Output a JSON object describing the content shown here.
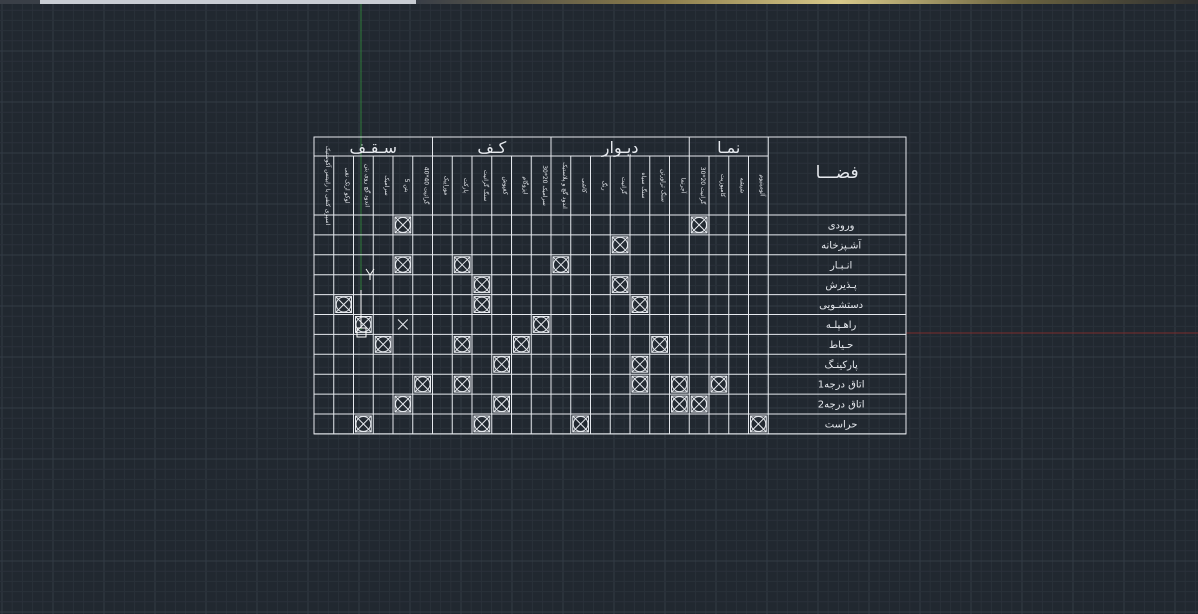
{
  "table": {
    "header_groups": [
      "سـقـف",
      "کـف",
      "دیـوار",
      "نمـا"
    ],
    "space_header": "فضـــا",
    "columns": [
      "اسپری کنفی با رابیتس آکوستیک",
      "لوکو ارتک نقی",
      "اندود گچ روی بتن",
      "سرامیک",
      "بتن 5",
      "گرانیت 40*40",
      "موزاییک",
      "پارکت",
      "سنگ گرانیت",
      "کفپوش",
      "ایزوگام",
      "سرامیک 20*30",
      "اندود گچ و پلاستیک",
      "کاشی",
      "رنگ",
      "گرانیت",
      "سنگ سیاه",
      "سنگ تراورتن",
      "آجرنما",
      "گرانیت 20*30",
      "کامپوزیت",
      "شیشه",
      "آلومینیوم"
    ],
    "rows": [
      {
        "label": "ورودی",
        "marks": [
          4,
          19
        ]
      },
      {
        "label": "آشـپزخانه",
        "marks": [
          15
        ]
      },
      {
        "label": "انـبـار",
        "marks": [
          4,
          7,
          12
        ]
      },
      {
        "label": "پـذیرش",
        "marks": [
          8,
          15
        ]
      },
      {
        "label": "دستشـویی",
        "marks": [
          1,
          8,
          16
        ]
      },
      {
        "label": "راهـپلـه",
        "marks": [
          2,
          11
        ],
        "thin_marks": [
          4
        ]
      },
      {
        "label": "حـیاط",
        "marks": [
          3,
          7,
          10,
          17
        ]
      },
      {
        "label": "پارکینـگ",
        "marks": [
          9,
          16
        ]
      },
      {
        "label": "اتاق درجه1",
        "marks": [
          5,
          7,
          16,
          18,
          20
        ]
      },
      {
        "label": "اتاق درجه2",
        "marks": [
          4,
          9,
          18,
          19
        ]
      },
      {
        "label": "حراست",
        "marks": [
          2,
          8,
          13,
          22
        ]
      }
    ]
  },
  "colors": {
    "background": "#212830",
    "grid_minor": "#2a313a",
    "grid_major": "#333b45",
    "lines": "#e6e9ee",
    "crosshair_green": "#2f7d3a",
    "crosshair_red": "#7a2d2d"
  },
  "cursor": {
    "icon": "cad-crosshair-cursor"
  }
}
